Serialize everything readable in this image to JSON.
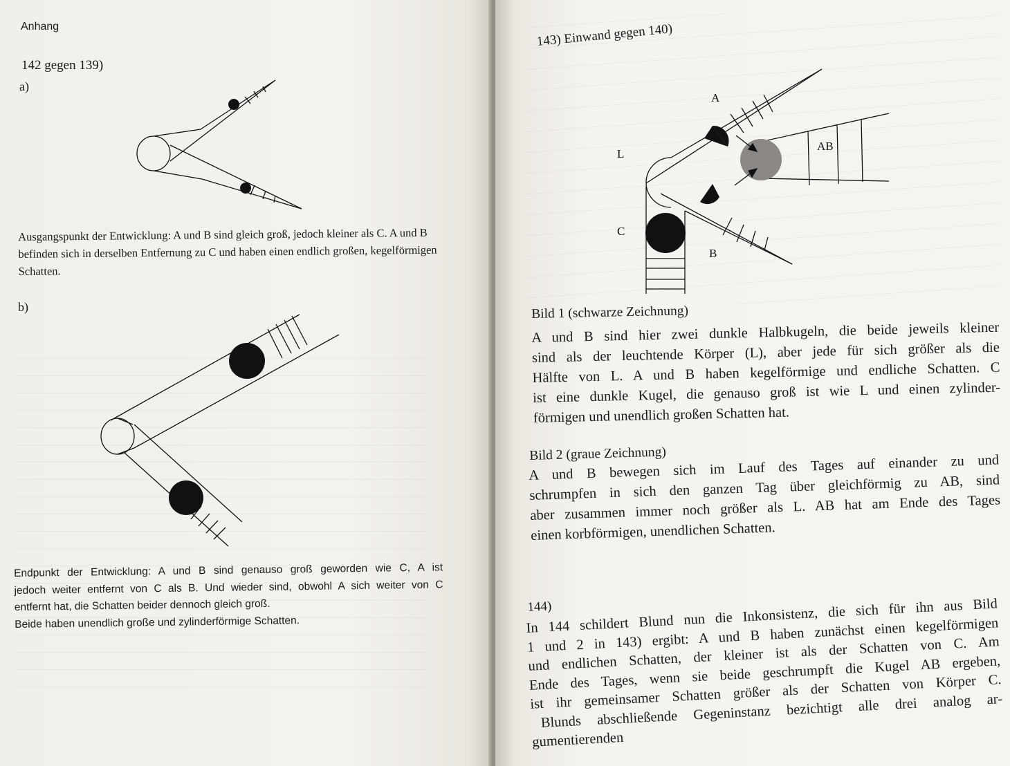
{
  "left_page": {
    "running_head": "Anhang",
    "section_142": "142 gegen 139)",
    "fig_a_label": "a)",
    "fig_b_label": "b)",
    "caption_a": "Ausgangspunkt der Entwicklung: A und B sind gleich groß, jedoch kleiner als C. A und B befinden sich in derselben Entfernung zu C und haben einen endlich großen, kegelförmigen Schatten.",
    "caption_b_lines": [
      "Endpunkt der Entwicklung: A und B sind genauso groß geworden wie C, A ist",
      "jedoch weiter entfernt von C als B. Und wieder sind, obwohl A sich weiter von C",
      "entfernt hat, die Schatten beider dennoch gleich groß.",
      "Beide haben unendlich große und zylinderförmige Schatten."
    ]
  },
  "right_page": {
    "section_143": "143) Einwand gegen 140)",
    "figure_labels": {
      "a": "A",
      "l": "L",
      "ab": "AB",
      "c": "C",
      "b": "B"
    },
    "bild1_title": "Bild 1 (schwarze Zeichnung)",
    "bild1_lines": [
      "A und B sind hier zwei dunkle Halbkugeln, die beide jeweils kleiner",
      "sind als der leuchtende Körper (L), aber jede für sich größer als die",
      "Hälfte von L. A und B haben kegelförmige und endliche Schatten. C",
      "ist eine dunkle Kugel, die genauso groß ist wie L und einen zylinder-",
      "förmigen und unendlich großen Schatten hat."
    ],
    "bild2_title": "Bild 2 (graue Zeichnung)",
    "bild2_lines": [
      "A und B bewegen sich im Lauf des Tages auf einander zu und",
      "schrumpfen in sich den ganzen Tag über gleichförmig zu AB, sind",
      "aber zusammen immer noch größer als L. AB hat am Ende des Tages",
      "einen korbförmigen, unendlichen Schatten."
    ],
    "section_144": "144)",
    "para144_lines": [
      "In 144 schildert Blund nun die Inkonsistenz, die sich für ihn aus Bild",
      "1 und 2 in 143) ergibt: A und B haben zunächst einen kegelförmigen",
      "und endlichen Schatten, der kleiner ist als der Schatten von C. Am",
      "Ende des Tages, wenn sie beide geschrumpft die Kugel AB ergeben,",
      "ist ihr gemeinsamer Schatten größer als der Schatten von Körper C.",
      "Blunds abschließende Gegeninstanz bezichtigt alle drei analog ar-",
      "gumentierenden"
    ]
  },
  "colors": {
    "ink": "#111111",
    "gray_sphere": "#8a8785",
    "paper": "#f4f2ee"
  }
}
